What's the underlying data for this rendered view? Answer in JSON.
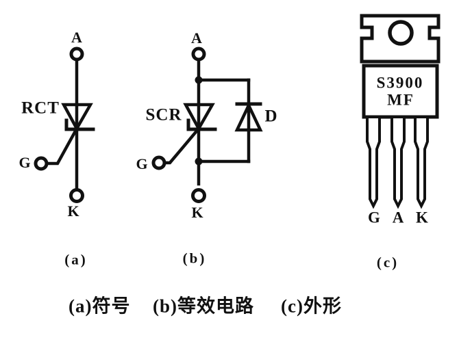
{
  "colors": {
    "ink": "#111111",
    "paper": "#ffffff"
  },
  "panel_a": {
    "tag": "(a)",
    "device": "RCT",
    "anode": "A",
    "gate": "G",
    "cathode": "K"
  },
  "panel_b": {
    "tag": "(b)",
    "device": "SCR",
    "diode": "D",
    "anode": "A",
    "gate": "G",
    "cathode": "K"
  },
  "panel_c": {
    "tag": "(c)",
    "marking_line1": "S3900",
    "marking_line2": "MF",
    "pin_g": "G",
    "pin_a": "A",
    "pin_k": "K"
  },
  "caption": {
    "a": "(a)符号",
    "b": "(b)等效电路",
    "c": "(c)外形"
  }
}
